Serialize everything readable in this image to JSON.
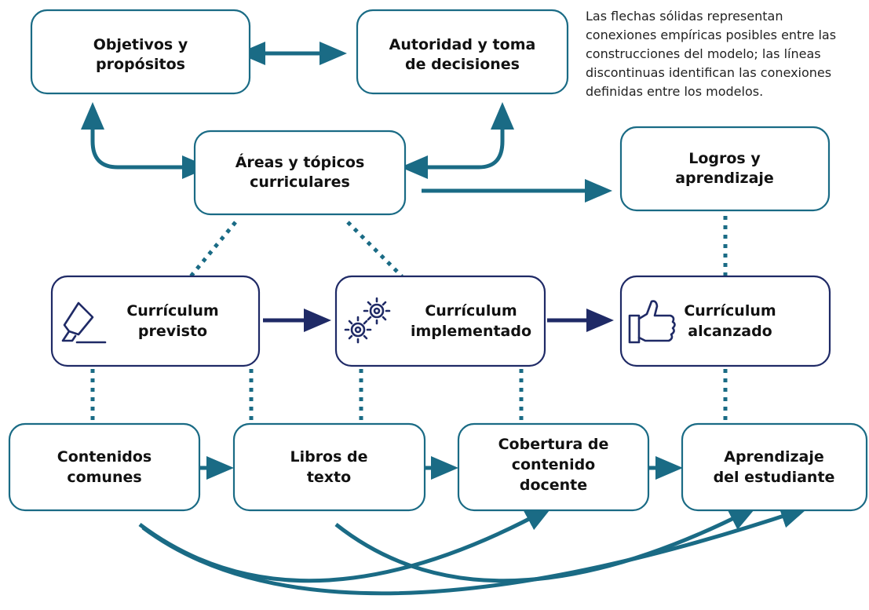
{
  "note": {
    "lines": [
      "Las flechas sólidas representan",
      "conexiones empíricas posibles entre las",
      "construcciones del modelo; las líneas",
      "discontinuas identifican las conexiones",
      "definidas entre los modelos."
    ]
  },
  "nodes": {
    "objetivos": [
      "Objetivos y",
      "propósitos"
    ],
    "autoridad": [
      "Autoridad y toma",
      "de decisiones"
    ],
    "areas": [
      "Áreas y tópicos",
      "curriculares"
    ],
    "logros": [
      "Logros y",
      "aprendizaje"
    ],
    "previsto": [
      "Currículum",
      "previsto"
    ],
    "implementado": [
      "Currículum",
      "implementado"
    ],
    "alcanzado": [
      "Currículum",
      "alcanzado"
    ],
    "contenidos": [
      "Contenidos",
      "comunes"
    ],
    "libros": [
      "Libros de",
      "texto"
    ],
    "cobertura": [
      "Cobertura de",
      "contenido",
      "docente"
    ],
    "aprendizaje": [
      "Aprendizaje",
      "del estudiante"
    ]
  },
  "colors": {
    "teal": "#1a6b85",
    "navy": "#1f2a66"
  },
  "icons": {
    "previsto": "highlighter-icon",
    "implementado": "gears-icon",
    "alcanzado": "thumbs-up-icon"
  }
}
